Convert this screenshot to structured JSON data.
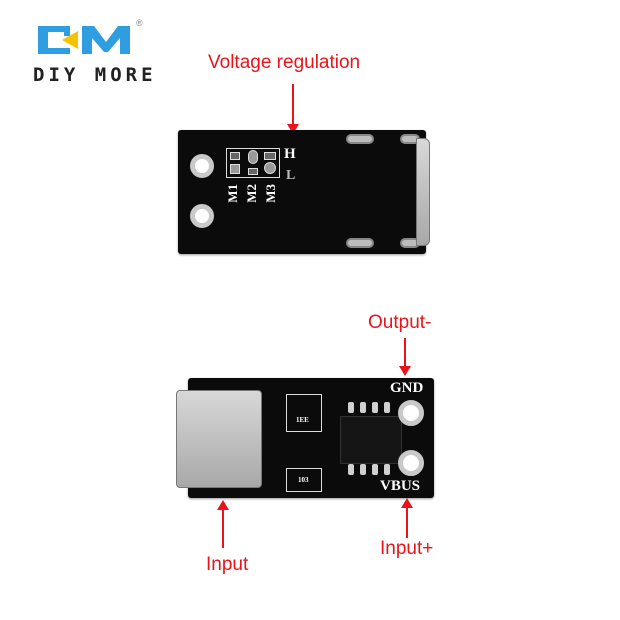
{
  "brand": {
    "logo_letters": "DM",
    "registered_mark": "®",
    "name": "DIY MORE",
    "colors": {
      "blue": "#2f9ee0",
      "yellow": "#f5c400",
      "text": "#222222"
    }
  },
  "annotations": {
    "color": "#e8141a",
    "voltage_regulation": "Voltage regulation",
    "output_minus": "Output-",
    "input": "Input",
    "input_plus": "Input+"
  },
  "board_back": {
    "silkscreen_h": "H",
    "silkscreen_l": "L",
    "jumpers": [
      "M1",
      "M2",
      "M3"
    ]
  },
  "board_front": {
    "gnd_label": "GND",
    "vbus_label": "VBUS",
    "component_marks": [
      "1EE",
      "103"
    ]
  }
}
